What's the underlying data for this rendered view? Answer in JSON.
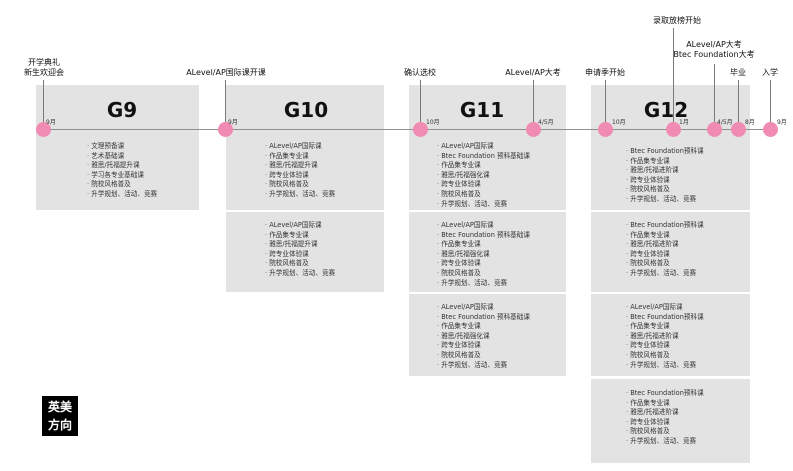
{
  "grades": [
    "G9",
    "G10",
    "G11",
    "G12"
  ],
  "events": {
    "opening_line1": "开学典礼",
    "opening_line2": "新生欢迎会",
    "alevel_start": "ALevel/AP国际课开课",
    "confirm_school": "确认选校",
    "alevel_exam_g11": "ALevel/AP大考",
    "application_start": "申请季开始",
    "admission_release": "录取放榜开始",
    "g12_exam_line1": "ALevel/AP大考",
    "g12_exam_line2": "Btec Foundation大考",
    "graduation": "毕业",
    "enrollment": "入学"
  },
  "months": {
    "g9_sep": "9月",
    "g10_sep": "9月",
    "g11_oct": "10月",
    "g11_apr_may": "4/5月",
    "g12_oct": "10月",
    "g12_jan": "1月",
    "g12_apr_may": "4/5月",
    "g12_aug": "8月",
    "end_sep": "9月"
  },
  "lists": {
    "g9": [
      "文理预备课",
      "艺术基础课",
      "雅思/托福提升课",
      "学习各专业基础课",
      "院校风格普及",
      "升学规划、活动、竞赛"
    ],
    "g10_a": [
      "ALevel/AP国际课",
      "作品集专业课",
      "雅思/托福提升课",
      "跨专业体验课",
      "院校风格普及",
      "升学规划、活动、竞赛"
    ],
    "g10_b": [
      "ALevel/AP国际课",
      "作品集专业课",
      "雅思/托福提升课",
      "跨专业体验课",
      "院校风格普及",
      "升学规划、活动、竞赛"
    ],
    "g11_a": [
      "ALevel/AP国际课",
      "Btec Foundation 预科基础课",
      "作品集专业课",
      "雅思/托福强化课",
      "跨专业体验课",
      "院校风格普及",
      "升学规划、活动、竞赛"
    ],
    "g11_b": [
      "ALevel/AP国际课",
      "Btec Foundation 预科基础课",
      "作品集专业课",
      "雅思/托福强化课",
      "跨专业体验课",
      "院校风格普及",
      "升学规划、活动、竞赛"
    ],
    "g11_c": [
      "ALevel/AP国际课",
      "Btec Foundation 预科基础课",
      "作品集专业课",
      "雅思/托福强化课",
      "跨专业体验课",
      "院校风格普及",
      "升学规划、活动、竞赛"
    ],
    "g12_a": [
      "Btec Foundation预科课",
      "作品集专业课",
      "雅思/托福进阶课",
      "跨专业体验课",
      "院校风格普及",
      "升学规划、活动、竞赛"
    ],
    "g12_b": [
      "Btec Foundation预科课",
      "作品集专业课",
      "雅思/托福进阶课",
      "跨专业体验课",
      "院校风格普及",
      "升学规划、活动、竞赛"
    ],
    "g12_c": [
      "ALevel/AP国际课",
      "Btec Foundation预科课",
      "作品集专业课",
      "雅思/托福进阶课",
      "跨专业体验课",
      "院校风格普及",
      "升学规划、活动、竞赛"
    ],
    "g12_d": [
      "Btec Foundation预科课",
      "作品集专业课",
      "雅思/托福进阶课",
      "跨专业体验课",
      "院校风格普及",
      "升学规划、活动、竞赛"
    ]
  },
  "badge": {
    "line1": "英美",
    "line2": "方向"
  },
  "colors": {
    "dot": "#f08cb4",
    "box": "#e3e3e3",
    "badge": "#000000"
  }
}
